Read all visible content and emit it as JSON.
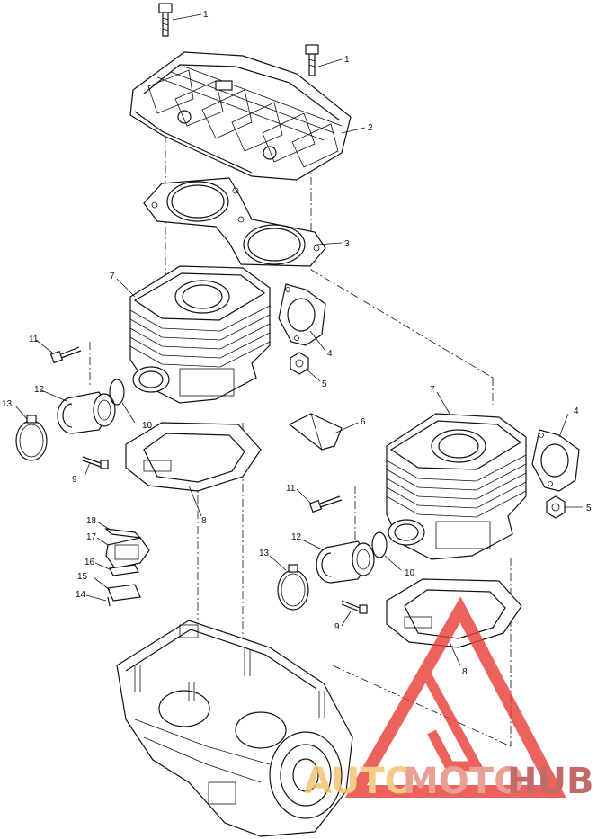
{
  "diagram": {
    "callouts": [
      {
        "id": "c1a",
        "text": "1"
      },
      {
        "id": "c1b",
        "text": "1"
      },
      {
        "id": "c2",
        "text": "2"
      },
      {
        "id": "c3",
        "text": "3"
      },
      {
        "id": "c7a",
        "text": "7"
      },
      {
        "id": "c4a",
        "text": "4"
      },
      {
        "id": "c11a",
        "text": "11"
      },
      {
        "id": "c5a",
        "text": "5"
      },
      {
        "id": "c12a",
        "text": "12"
      },
      {
        "id": "c13a",
        "text": "13"
      },
      {
        "id": "c10a",
        "text": "10"
      },
      {
        "id": "c6",
        "text": "6"
      },
      {
        "id": "c9a",
        "text": "9"
      },
      {
        "id": "c8a",
        "text": "8"
      },
      {
        "id": "c7b",
        "text": "7"
      },
      {
        "id": "c4b",
        "text": "4"
      },
      {
        "id": "c5b",
        "text": "5"
      },
      {
        "id": "c11b",
        "text": "11"
      },
      {
        "id": "c18a",
        "text": "18"
      },
      {
        "id": "c17",
        "text": "17"
      },
      {
        "id": "c16",
        "text": "16"
      },
      {
        "id": "c15",
        "text": "15"
      },
      {
        "id": "c14",
        "text": "14"
      },
      {
        "id": "c12b",
        "text": "12"
      },
      {
        "id": "c13b",
        "text": "13"
      },
      {
        "id": "c10b",
        "text": "10"
      },
      {
        "id": "c9b",
        "text": "9"
      },
      {
        "id": "c8b",
        "text": "8"
      }
    ]
  },
  "watermark": {
    "brand_part1": "AUTO",
    "brand_part2": "MOTO",
    "brand_part3": "HUB",
    "colors": {
      "triangle": "#e8403a",
      "auto": "#f2c16b",
      "moto": "#e58a7d",
      "hub": "#b54a49"
    }
  }
}
